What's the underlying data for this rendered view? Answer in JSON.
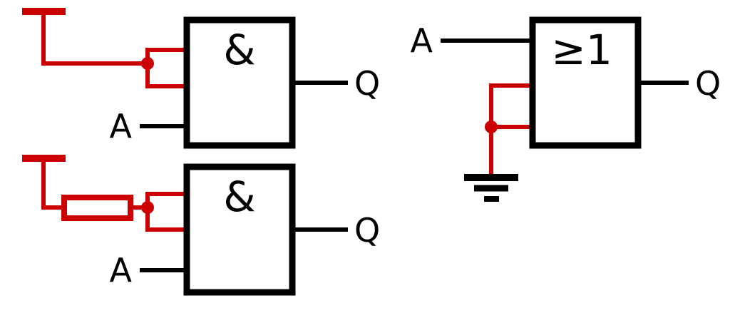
{
  "colors": {
    "wire_black": "#000000",
    "wire_red": "#cc0000",
    "background": "#ffffff",
    "gate_fill": "#ffffff"
  },
  "gates": [
    {
      "id": "and-gate-tied-to-vcc",
      "symbol": "&",
      "input_label": "A",
      "output_label": "Q"
    },
    {
      "id": "and-gate-tied-to-vcc-via-resistor",
      "symbol": "&",
      "input_label": "A",
      "output_label": "Q"
    },
    {
      "id": "or-gate-tied-to-ground",
      "symbol": "≥1",
      "input_label": "A",
      "output_label": "Q"
    }
  ],
  "icons": {
    "power": "vcc-power-rail-icon",
    "ground": "ground-icon",
    "resistor": "resistor-icon",
    "junction": "junction-dot-icon"
  }
}
